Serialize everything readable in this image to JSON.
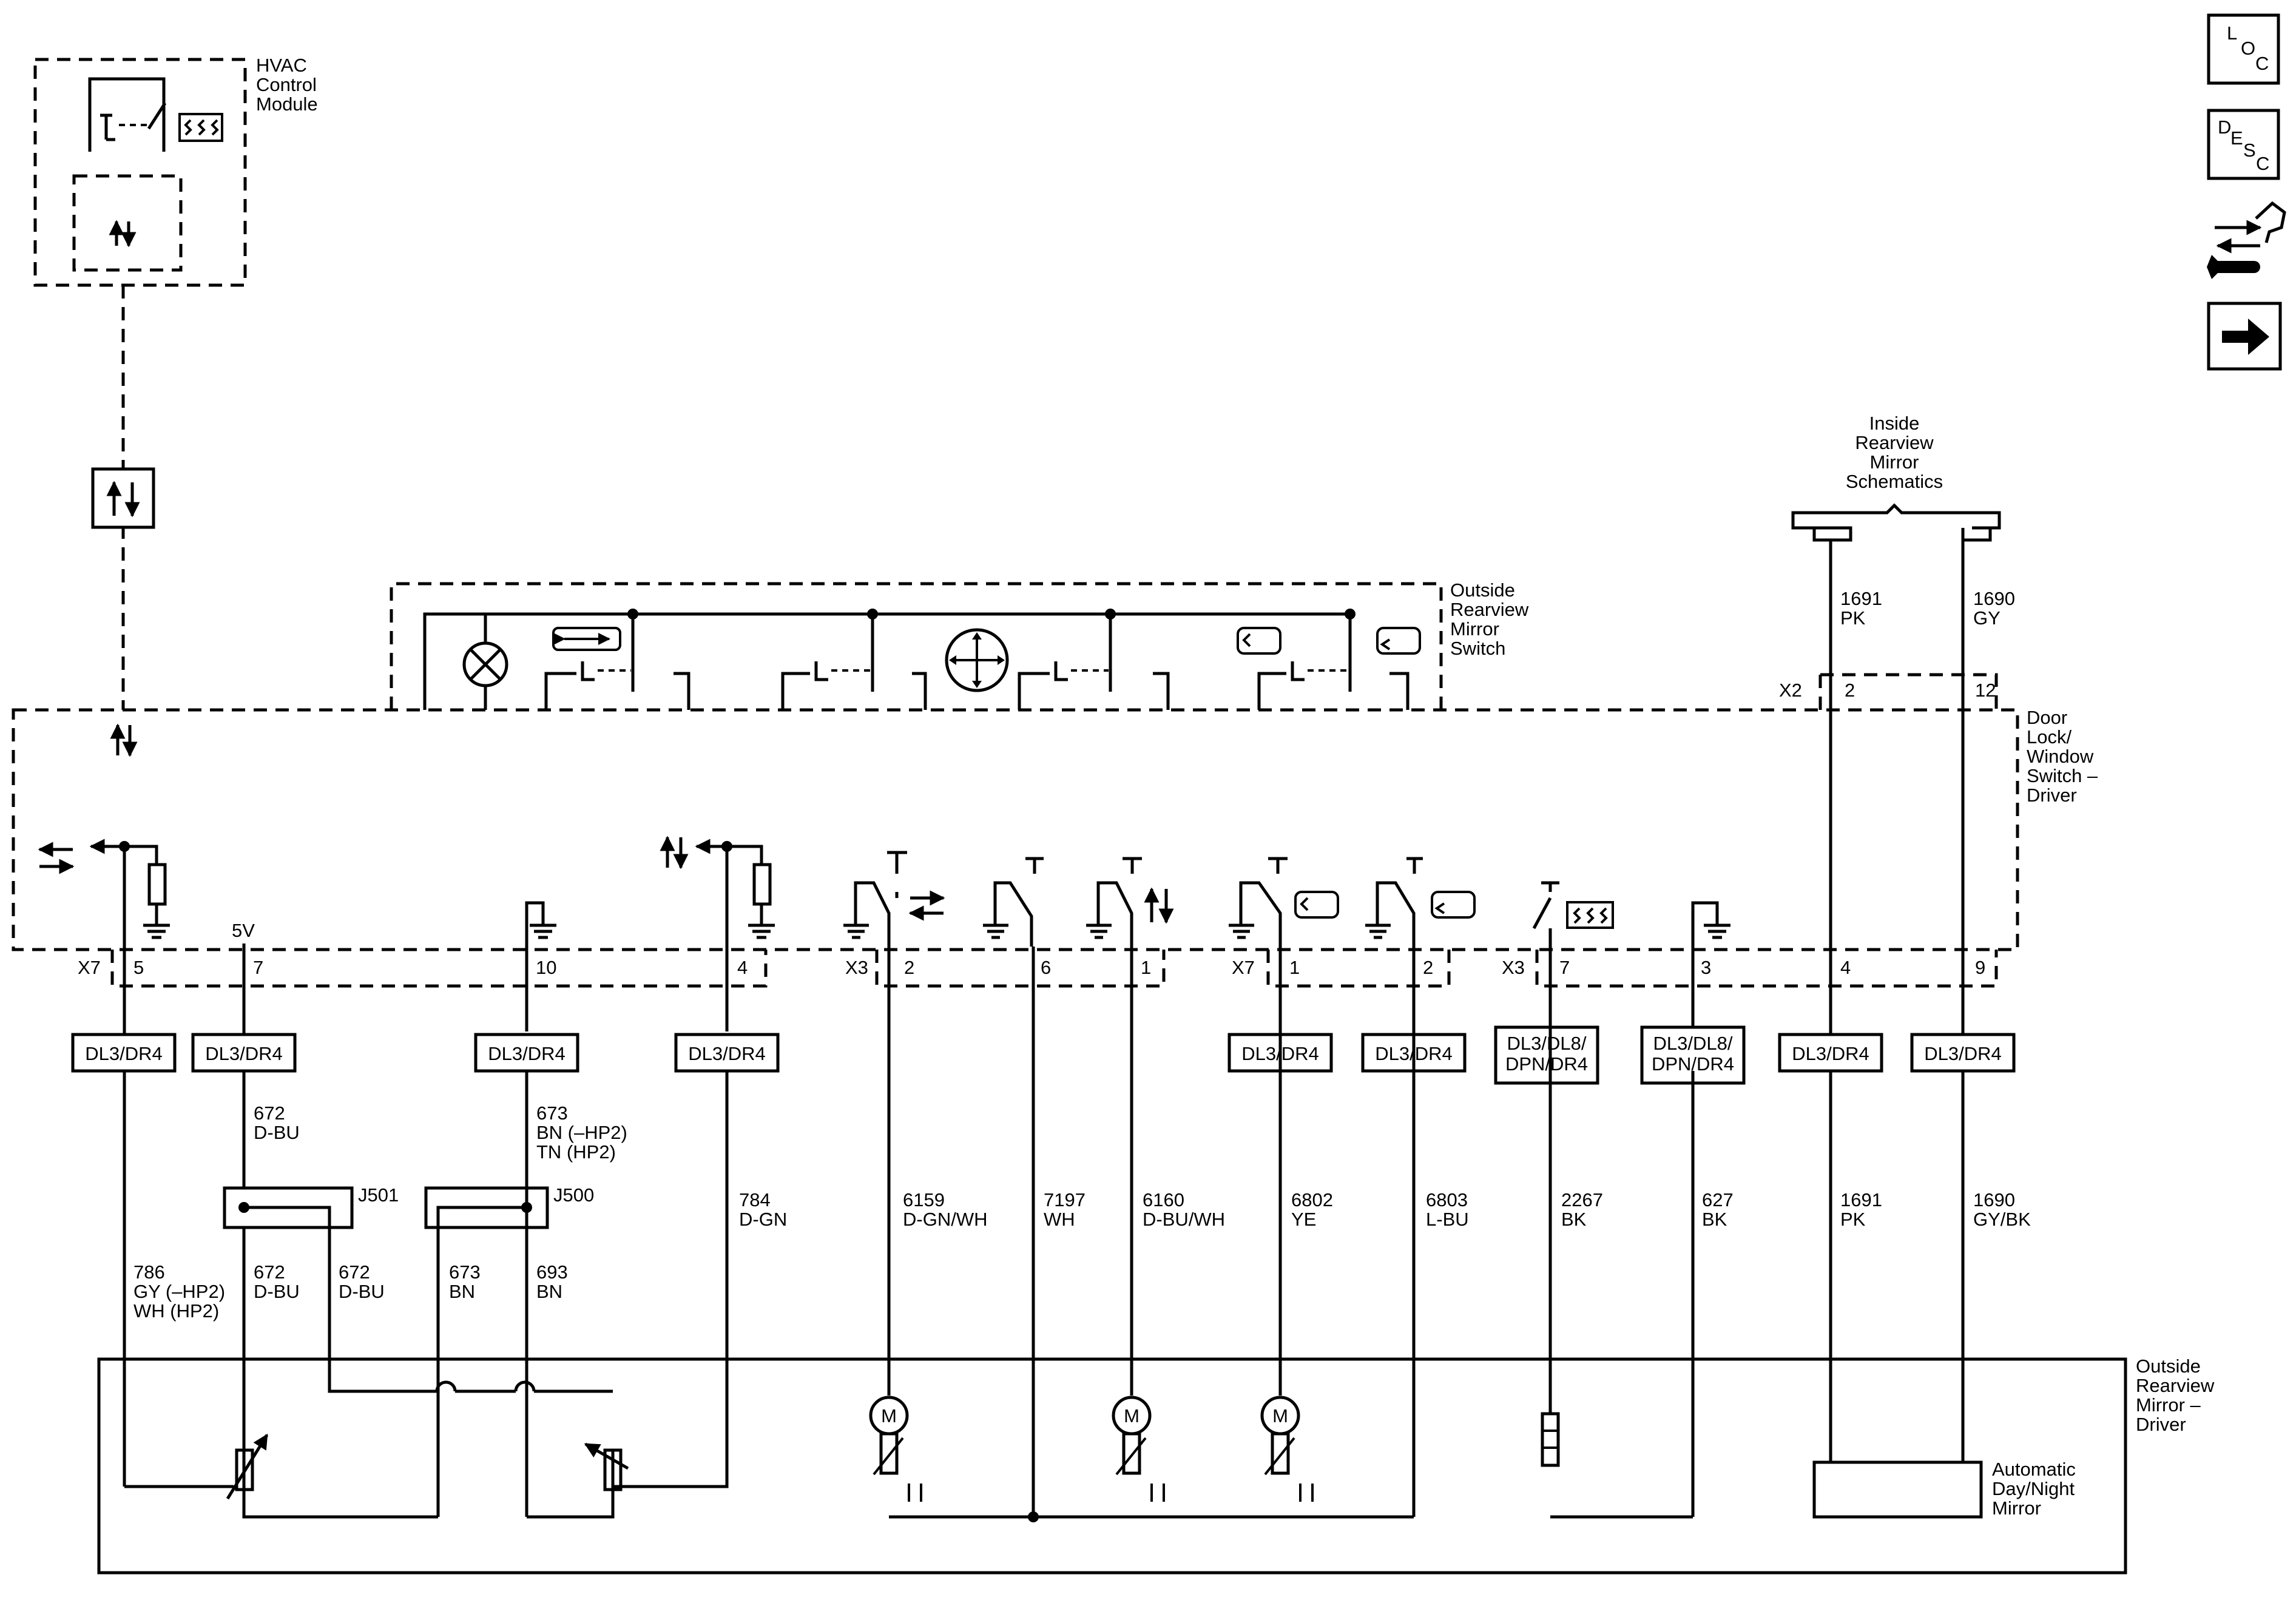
{
  "modules": {
    "hvac": [
      "HVAC",
      "Control",
      "Module"
    ],
    "outside_switch": [
      "Outside",
      "Rearview",
      "Mirror",
      "Switch"
    ],
    "door_switch": [
      "Door",
      "Lock/",
      "Window",
      "Switch –",
      "Driver"
    ],
    "outside_mirror": [
      "Outside",
      "Rearview",
      "Mirror –",
      "Driver"
    ],
    "inside_mirror_ref": [
      "Inside",
      "Rearview",
      "Mirror",
      "Schematics"
    ],
    "auto_mirror": [
      "Automatic",
      "Day/Night",
      "Mirror"
    ]
  },
  "connectors": {
    "x7_left": "X7",
    "x3_mid": "X3",
    "x7_mid": "X7",
    "x3_right": "X3",
    "x2": "X2",
    "voltage_5v": "5V"
  },
  "pins": {
    "p5": "5",
    "p7a": "7",
    "p10": "10",
    "p4a": "4",
    "p2a": "2",
    "p6": "6",
    "p1a": "1",
    "p1b": "1",
    "p2b": "2",
    "p7b": "7",
    "p3": "3",
    "p4b": "4",
    "p9": "9",
    "x2p2": "2",
    "x2p12": "12"
  },
  "options": {
    "o1": "DL3/DR4",
    "o2": "DL3/DR4",
    "o3": "DL3/DR4",
    "o4": "DL3/DR4",
    "o5": "DL3/DR4",
    "o6": "DL3/DR4",
    "o7": [
      "DL3/DL8/",
      "DPN/DR4"
    ],
    "o8": [
      "DL3/DL8/",
      "DPN/DR4"
    ],
    "o9": "DL3/DR4",
    "o10": "DL3/DR4"
  },
  "splices": {
    "j501": "J501",
    "j500": "J500"
  },
  "wires": {
    "w672_top": [
      "672",
      "D-BU"
    ],
    "w673_top": [
      "673",
      "BN (–HP2)",
      "TN (HP2)"
    ],
    "w784": [
      "784",
      "D-GN"
    ],
    "w6159": [
      "6159",
      "D-GN/WH"
    ],
    "w7197": [
      "7197",
      "WH"
    ],
    "w6160": [
      "6160",
      "D-BU/WH"
    ],
    "w6802": [
      "6802",
      "YE"
    ],
    "w6803": [
      "6803",
      "L-BU"
    ],
    "w2267": [
      "2267",
      "BK"
    ],
    "w627": [
      "627",
      "BK"
    ],
    "w1691": [
      "1691",
      "PK"
    ],
    "w1690": [
      "1690",
      "GY/BK"
    ],
    "w786": [
      "786",
      "GY (–HP2)",
      "WH (HP2)"
    ],
    "w672a": [
      "672",
      "D-BU"
    ],
    "w672b": [
      "672",
      "D-BU"
    ],
    "w673b": [
      "673",
      "BN"
    ],
    "w693": [
      "693",
      "BN"
    ],
    "w1691_top": [
      "1691",
      "PK"
    ],
    "w1690_top": [
      "1690",
      "GY"
    ]
  },
  "motor_label": "M",
  "nav": {
    "loc": [
      "L",
      "O",
      "C"
    ],
    "desc": [
      "D",
      "E",
      "S",
      "C"
    ],
    "connector_icon": "connector-tool-icon",
    "next_icon": "right-arrow-icon"
  }
}
